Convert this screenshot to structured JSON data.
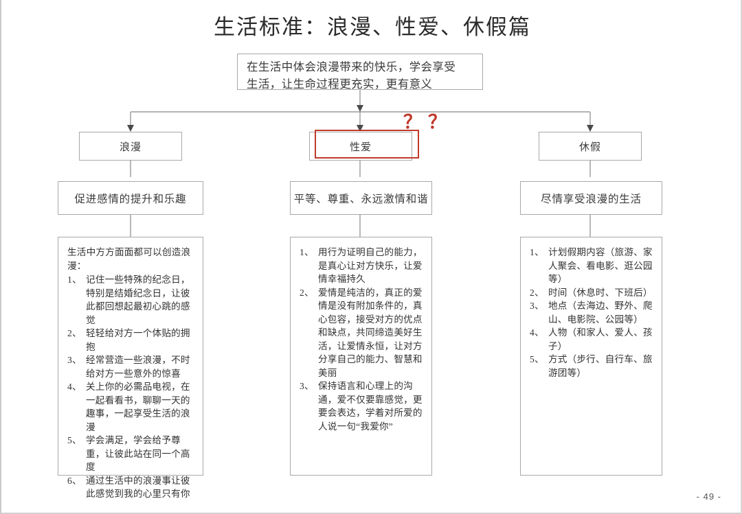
{
  "document": {
    "title": "生活标准：浪漫、性爱、休假篇",
    "page_number": "- 49 -"
  },
  "root": {
    "line1": "在生活中体会浪漫带来的快乐，学会享受",
    "line2": "生活，让生命过程更充实，更有意义"
  },
  "annotation": {
    "question_marks": "？？",
    "highlight_color": "#c0392b",
    "target": "性爱"
  },
  "branches": [
    {
      "id": "romance",
      "tier1": "浪漫",
      "tier2": "促进感情的提升和乐趣",
      "intro": "生活中方方面面都可以创造浪漫：",
      "items": [
        "记住一些特殊的纪念日，特别是结婚纪念日，让彼此都回想起最初心跳的感觉",
        "轻轻给对方一个体贴的拥抱",
        "经常营造一些浪漫，不时给对方一些意外的惊喜",
        "关上你的必需品电视，在一起看看书，聊聊一天的趣事，一起享受生活的浪漫",
        "学会满足，学会给予尊重，让彼此站在同一个高度",
        "通过生活中的浪漫事让彼此感觉到我的心里只有你"
      ]
    },
    {
      "id": "sex",
      "tier1": "性爱",
      "tier2": "平等、尊重、永远激情和谐",
      "intro": "",
      "items": [
        "用行为证明自己的能力，是真心让对方快乐，让爱情幸福持久",
        "爱情是纯洁的，真正的爱情是没有附加条件的，真心包容，接受对方的优点和缺点，共同缔造美好生活，让爱情永恒，让对方分享自己的能力、智慧和美丽",
        "保持语言和心理上的沟通，爱不仅要靠感觉，更要会表达，学着对所爱的人说一句“我爱你”"
      ]
    },
    {
      "id": "holiday",
      "tier1": "休假",
      "tier2": "尽情享受浪漫的生活",
      "intro": "",
      "items": [
        "计划假期内容（旅游、家人聚会、看电影、逛公园等）",
        "时间（休息时、下班后）",
        "地点（去海边、野外、爬山、电影院、公园等）",
        "人物（和家人、爱人、孩子）",
        "方式（步行、自行车、旅游团等）"
      ]
    }
  ]
}
